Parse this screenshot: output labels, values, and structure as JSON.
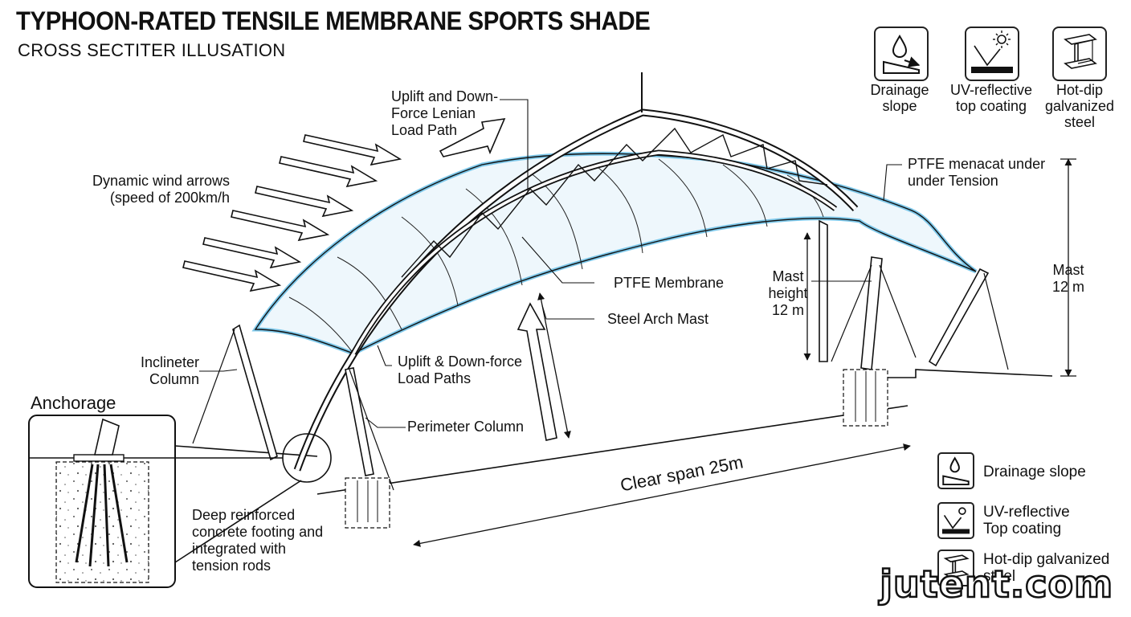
{
  "header": {
    "title": "TYPHOON-RATED TENSILE MEMBRANE SPORTS SHADE",
    "subtitle": "CROSS SECTITER ILLUSATION"
  },
  "feature_icons": [
    {
      "icon": "water-drop-slope-icon",
      "label_line1": "Drainage",
      "label_line2": "slope"
    },
    {
      "icon": "sun-reflect-icon",
      "label_line1": "UV-reflective",
      "label_line2": "top coating"
    },
    {
      "icon": "steel-beam-icon",
      "label_line1": "Hot-dip",
      "label_line2": "galvanized",
      "label_line3": "steel"
    }
  ],
  "callouts": {
    "load_path_top_l1": "Uplift and Down-",
    "load_path_top_l2": "Force Lenian",
    "load_path_top_l3": "Load Path",
    "wind_l1": "Dynamic wind arrows",
    "wind_l2": "(speed of 200km/h",
    "ptfe_tension_l1": "PTFE menacat under",
    "ptfe_tension_l2": "under Tension",
    "mast_right_l1": "Mast",
    "mast_right_l2": "12 m",
    "mast_height_l1": "Mast",
    "mast_height_l2": "height",
    "mast_height_l3": "12 m",
    "ptfe_membrane": "PTFE Membrane",
    "steel_arch_mast": "Steel Arch Mast",
    "inclined_col_l1": "Inclineter",
    "inclined_col_l2": "Column",
    "load_paths_l1": "Uplift & Down-force",
    "load_paths_l2": "Load Paths",
    "perimeter_column": "Perimeter Column",
    "clear_span": "Clear span 25m"
  },
  "anchorage": {
    "title": "Anchorage",
    "desc_l1": "Deep reinforced",
    "desc_l2": "concrete footing and",
    "desc_l3": "integrated with",
    "desc_l4": "tension rods"
  },
  "legend": [
    {
      "icon": "water-drop-slope-icon",
      "label": "Drainage slope"
    },
    {
      "icon": "sun-reflect-icon",
      "label_l1": "UV-reflective",
      "label_l2": "Top coating"
    },
    {
      "icon": "steel-beam-icon",
      "label_l1": "Hot-dip galvanized",
      "label_l2": "steel"
    }
  ],
  "watermark": "jutent.com",
  "colors": {
    "membrane_edge": "#7ec8ea",
    "membrane_fill": "#eef7fc",
    "line": "#1a1a1a"
  }
}
